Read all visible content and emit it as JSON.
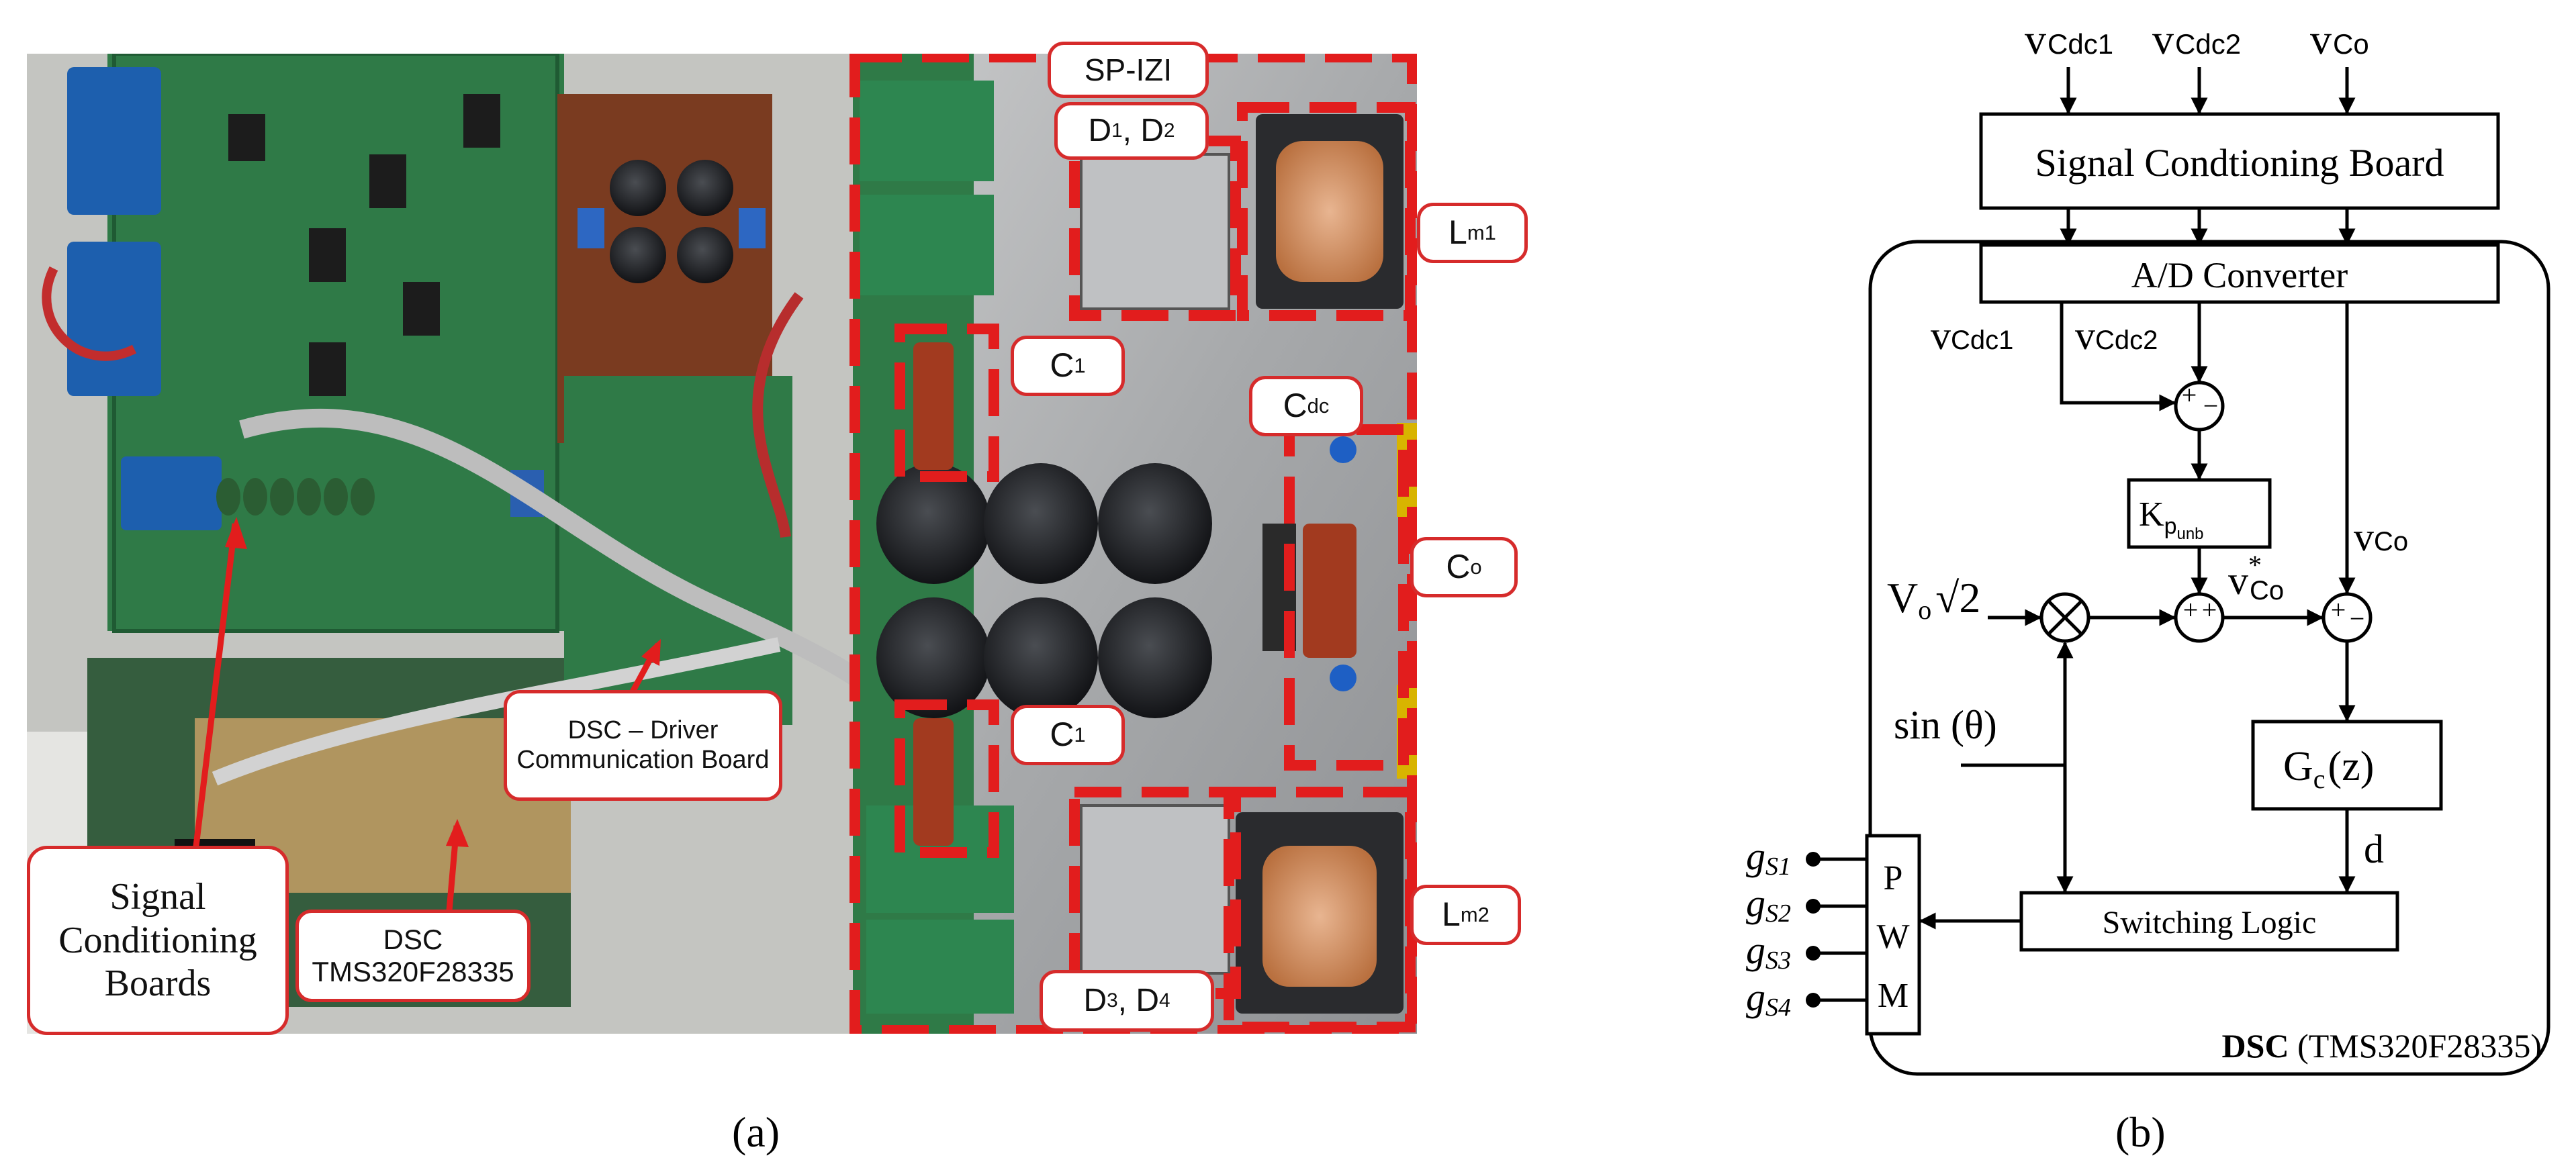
{
  "panel_a": {
    "caption": "(a)",
    "labels": {
      "sp_izi": "SP-IZI",
      "d12_main": "D",
      "d12_s1": "1",
      "d12_sep": ", D",
      "d12_s2": "2",
      "lm1_main": "L",
      "lm1_sub": "m1",
      "c1a_main": "C",
      "c1a_sub": "1",
      "cdc_main": "C",
      "cdc_sub": "dc",
      "co_main": "C",
      "co_sub": "o",
      "c1b_main": "C",
      "c1b_sub": "1",
      "lm2_main": "L",
      "lm2_sub": "m2",
      "d34_main": "D",
      "d34_s1": "3",
      "d34_sep": ", D",
      "d34_s2": "4",
      "dsc_driver_l1": "DSC – Driver",
      "dsc_driver_l2": "Communication Board",
      "scb_l1": "Signal",
      "scb_l2": "Conditioning",
      "scb_l3": "Boards",
      "dsc_l1": "DSC",
      "dsc_l2": "TMS320F28335"
    }
  },
  "panel_b": {
    "caption": "(b)",
    "inputs": {
      "v1_main": "v",
      "v1_sub": "Cdc1",
      "v2_main": "v",
      "v2_sub": "Cdc2",
      "v3_main": "v",
      "v3_sub": "Co"
    },
    "signal_board": "Signal Condtioning Board",
    "adc": "A/D Converter",
    "fb": {
      "vcdc1_main": "v",
      "vcdc1_sub": "Cdc1",
      "vcdc2_main": "v",
      "vcdc2_sub": "Cdc2",
      "vco_main": "v",
      "vco_sub": "Co"
    },
    "kp": {
      "main": "K",
      "sub": "p",
      "subsub": "unb"
    },
    "vref": {
      "main": "V",
      "sub": "o",
      "root": "√2"
    },
    "vstar": {
      "main": "v",
      "star": "*",
      "sub": "Co"
    },
    "sin": "sin (θ)",
    "gc": {
      "main": "G",
      "sub": "c",
      "rest": "(z)"
    },
    "d": "d",
    "pwm": [
      "P",
      "W",
      "M"
    ],
    "switching_logic": "Switching Logic",
    "outputs": [
      {
        "main": "g",
        "sub": "S1"
      },
      {
        "main": "g",
        "sub": "S2"
      },
      {
        "main": "g",
        "sub": "S3"
      },
      {
        "main": "g",
        "sub": "S4"
      }
    ],
    "dsc_bold": "DSC",
    "dsc_model": " (TMS320F28335)",
    "sign_plus": "+",
    "sign_minus": "−"
  }
}
